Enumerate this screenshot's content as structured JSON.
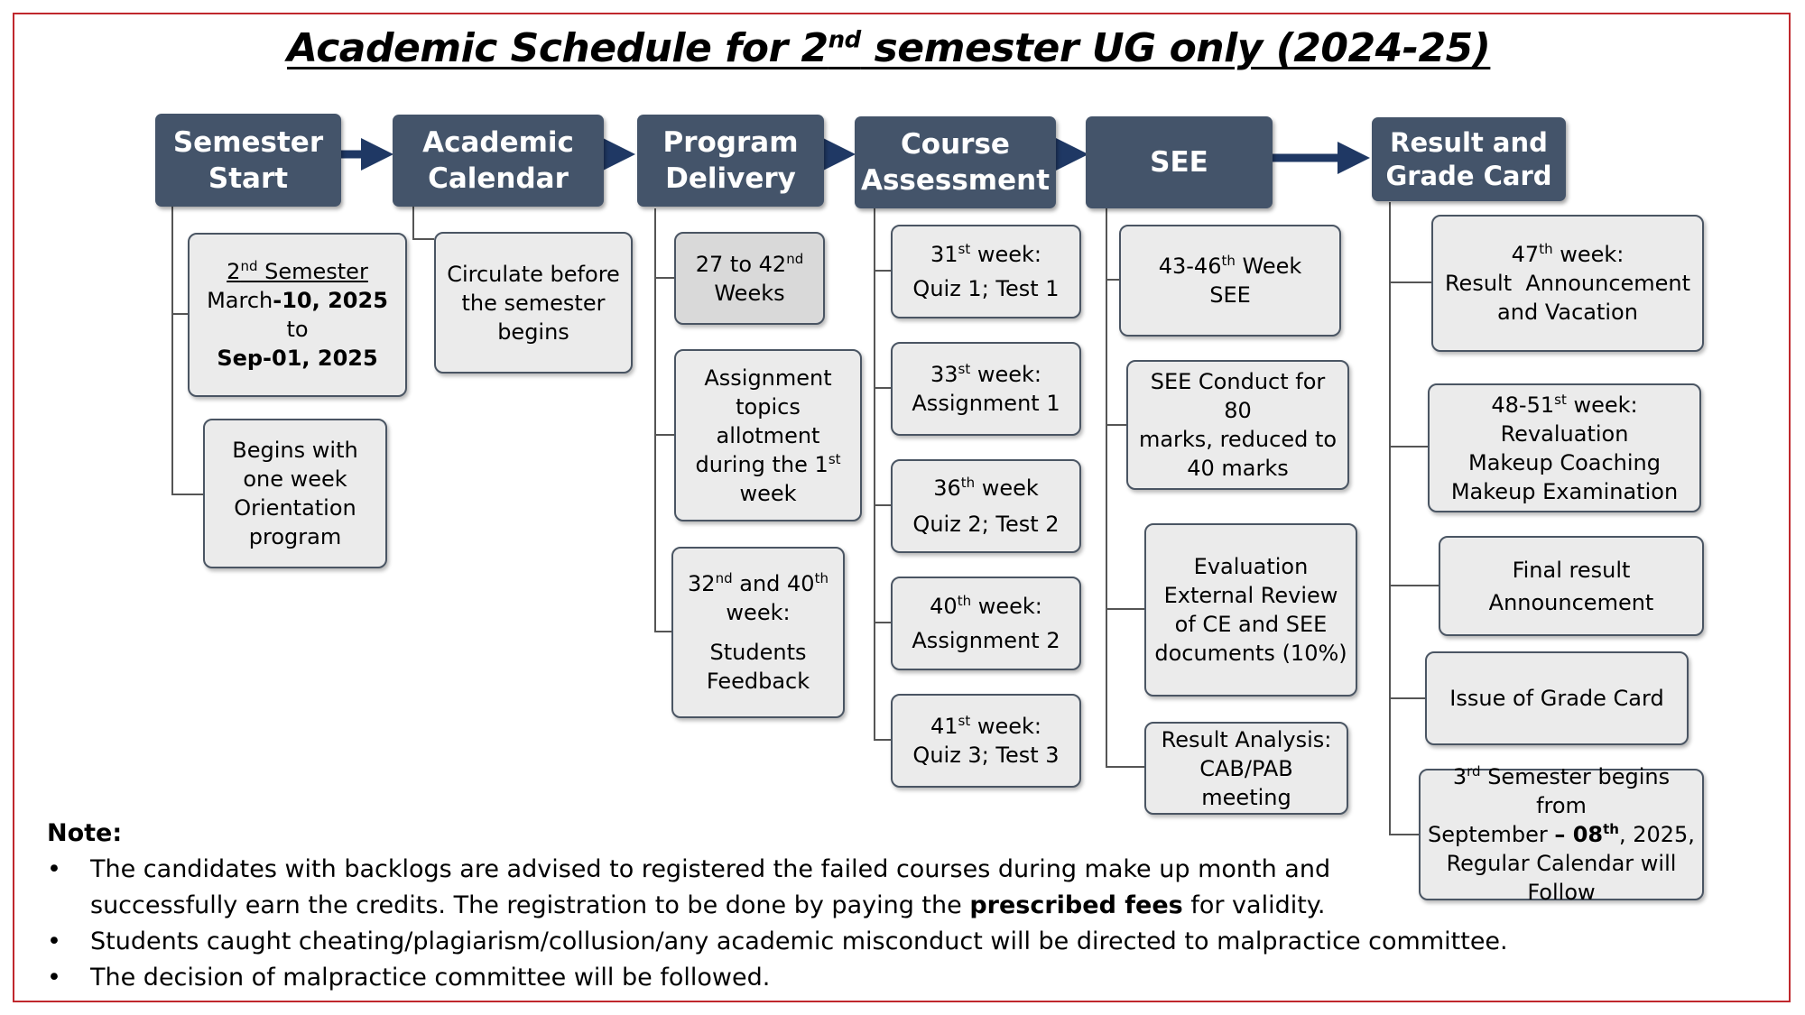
{
  "title": {
    "main": "Academic Schedule for 2",
    "sup": "nd",
    "rest": " semester UG only (2024-25)"
  },
  "colors": {
    "header_bg": "#44546a",
    "box_bg": "#ebebeb",
    "border": "#c0282d",
    "arrow": "#1f3864"
  },
  "stages": [
    {
      "line1": "Semester",
      "line2": "Start"
    },
    {
      "line1": "Academic",
      "line2": "Calendar"
    },
    {
      "line1": "Program",
      "line2": "Delivery"
    },
    {
      "line1": "Course",
      "line2": "Assessment"
    },
    {
      "line1": "SEE",
      "line2": ""
    },
    {
      "line1": "Result and",
      "line2": "Grade Card"
    }
  ],
  "semester_start": {
    "box1": {
      "sem_num": "2",
      "sem_sup": "nd",
      "sem_word": " Semester",
      "march": "March",
      "march_bold": "-10, 2025",
      "to": "to",
      "end": "Sep-01, 2025"
    },
    "box2": {
      "l1": "Begins with",
      "l2": "one week",
      "l3": "Orientation",
      "l4": "program"
    }
  },
  "academic_calendar": {
    "l1": "Circulate before",
    "l2": "the semester",
    "l3": "begins"
  },
  "program_delivery": {
    "box1": {
      "a": "27 to 42",
      "a_sup": "nd",
      "b": "Weeks"
    },
    "box2": {
      "l1": "Assignment",
      "l2": "topics",
      "l3": "allotment",
      "l4": "during the 1",
      "l4_sup": "st",
      "l5": "week"
    },
    "box3": {
      "a": "32",
      "a_sup": "nd",
      "mid": " and 40",
      "mid_sup": "th",
      "b": "week:",
      "c": "Students",
      "d": "Feedback"
    }
  },
  "course_assessment": [
    {
      "wk": "31",
      "sup": "st",
      "suffix": " week:",
      "detail": "Quiz 1; Test 1"
    },
    {
      "wk": "33",
      "sup": "st",
      "suffix": " week:",
      "detail": "Assignment 1"
    },
    {
      "wk": "36",
      "sup": "th",
      "suffix": " week",
      "detail": "Quiz 2; Test 2"
    },
    {
      "wk": "40",
      "sup": "th",
      "suffix": " week:",
      "detail": "Assignment 2"
    },
    {
      "wk": "41",
      "sup": "st",
      "suffix": " week:",
      "detail": "Quiz 3; Test 3"
    }
  ],
  "see": {
    "box1": {
      "a": "43-46",
      "a_sup": "th",
      "a_rest": " Week",
      "b": "SEE"
    },
    "box2": {
      "l1": "SEE Conduct for 80",
      "l2": "marks, reduced to",
      "l3": "40 marks"
    },
    "box3": {
      "l1": "Evaluation",
      "l2": "External Review",
      "l3": "of CE and SEE",
      "l4": "documents (10%)"
    },
    "box4": {
      "l1": "Result Analysis:",
      "l2": "CAB/PAB",
      "l3": "meeting"
    }
  },
  "result": {
    "box1": {
      "wk": "47",
      "sup": "th",
      "suffix": " week:",
      "l2": "Result  Announcement",
      "l3": "and Vacation"
    },
    "box2": {
      "wk": "48-51",
      "sup": "st",
      "suffix": " week:",
      "l2": "Revaluation",
      "l3": "Makeup Coaching",
      "l4": "Makeup Examination"
    },
    "box3": {
      "l1": "Final result",
      "l2": "Announcement"
    },
    "box4": {
      "l1": "Issue of Grade Card"
    },
    "box5": {
      "a": "3",
      "a_sup": "rd",
      "a_rest": " Semester begins from",
      "b": "September ",
      "b_bold": "– 08",
      "b_sup": "th",
      "b_rest": ", 2025,",
      "c": "Regular Calendar will",
      "d": "Follow"
    }
  },
  "note": {
    "title": "Note:",
    "bullet": "•",
    "b1_l1": "The candidates with backlogs are advised to registered the failed courses during make up month and",
    "b1_l2a": "successfully earn the credits. The registration to be done by paying the ",
    "b1_l2b": "prescribed fees",
    "b1_l2c": " for validity.",
    "b2": "Students caught cheating/plagiarism/collusion/any academic misconduct will be directed to malpractice committee.",
    "b3": "The decision of malpractice committee will be followed."
  }
}
